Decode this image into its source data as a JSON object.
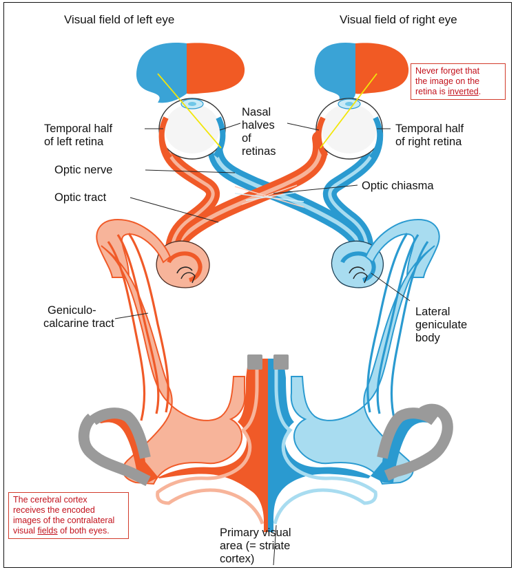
{
  "header": {
    "left_eye_field": "Visual field of left eye",
    "right_eye_field": "Visual field of right eye"
  },
  "labels": {
    "nasal_halves": [
      "Nasal",
      "halves",
      "of",
      "retinas"
    ],
    "temporal_left": [
      "Temporal half",
      "of left retina"
    ],
    "temporal_right": [
      "Temporal half",
      "of right retina"
    ],
    "optic_nerve": "Optic nerve",
    "optic_chiasma": "Optic chiasma",
    "optic_tract": "Optic tract",
    "geniculo_calcarine": [
      "Geniculo-",
      "calcarine tract"
    ],
    "lateral_geniculate": [
      "Lateral",
      "geniculate",
      "body"
    ],
    "primary_visual": [
      "Primary visual",
      "area (= striate",
      "cortex)"
    ]
  },
  "notes": {
    "inverted": {
      "line1": "Never forget that",
      "line2_pre": "the image on the",
      "line3_pre": "retina is ",
      "line3_u": "inverted",
      "line3_post": "."
    },
    "cortex": {
      "line1": "The cerebral cortex",
      "line2": "receives the encoded",
      "line3": "images of the contralateral",
      "line4_pre": "visual ",
      "line4_u": "fields",
      "line4_post": " of both eyes."
    }
  },
  "colors": {
    "left_pathway": "#f05a28",
    "left_pathway_light": "#f7b49a",
    "right_pathway": "#2a9ad0",
    "right_pathway_light": "#a8dcf0",
    "field_blue": "#3aa3d6",
    "field_orange": "#f15a24",
    "gray_cortex": "#9a9a9a",
    "note_red": "#c2121c",
    "light_ray": "#f2e60a"
  }
}
